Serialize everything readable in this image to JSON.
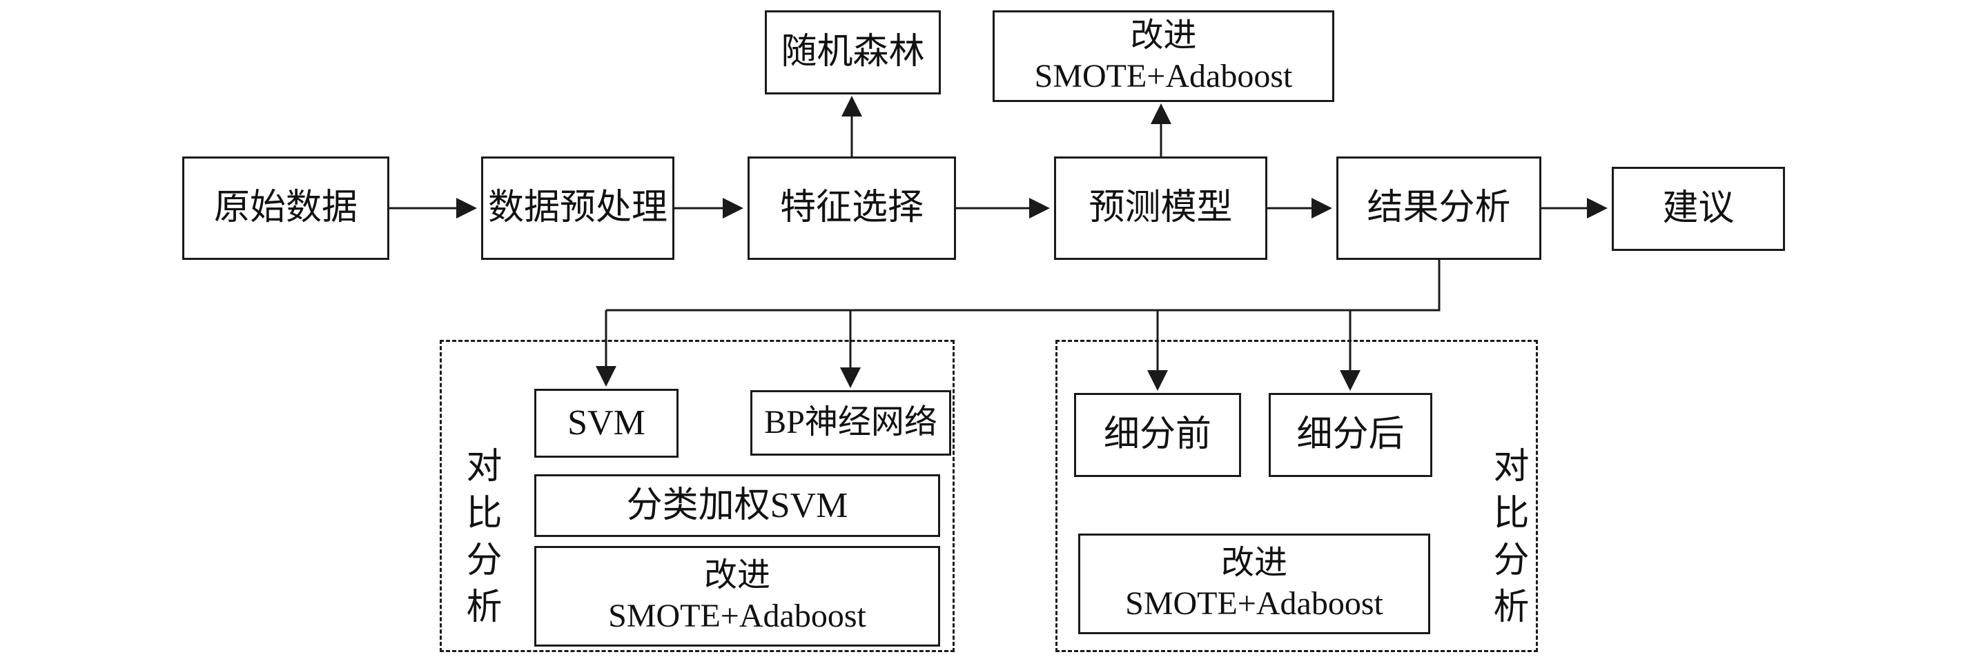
{
  "diagram": {
    "main_flow": {
      "raw_data": "原始数据",
      "preprocessing": "数据预处理",
      "feature_selection": "特征选择",
      "prediction_model": "预测模型",
      "result_analysis": "结果分析",
      "suggestion": "建议"
    },
    "top_nodes": {
      "random_forest": "随机森林",
      "improved_smote_adaboost": "改进\nSMOTE+Adaboost"
    },
    "left_comparison": {
      "group_label": "对比分析",
      "svm": "SVM",
      "bp_network": "BP神经网络",
      "weighted_svm": "分类加权SVM",
      "improved_smote_adaboost": "改进\nSMOTE+Adaboost"
    },
    "right_comparison": {
      "group_label": "对比分析",
      "before_segmentation": "细分前",
      "after_segmentation": "细分后",
      "improved_smote_adaboost": "改进\nSMOTE+Adaboost"
    },
    "colors": {
      "stroke": "#1a1a1a",
      "background": "#ffffff"
    }
  }
}
